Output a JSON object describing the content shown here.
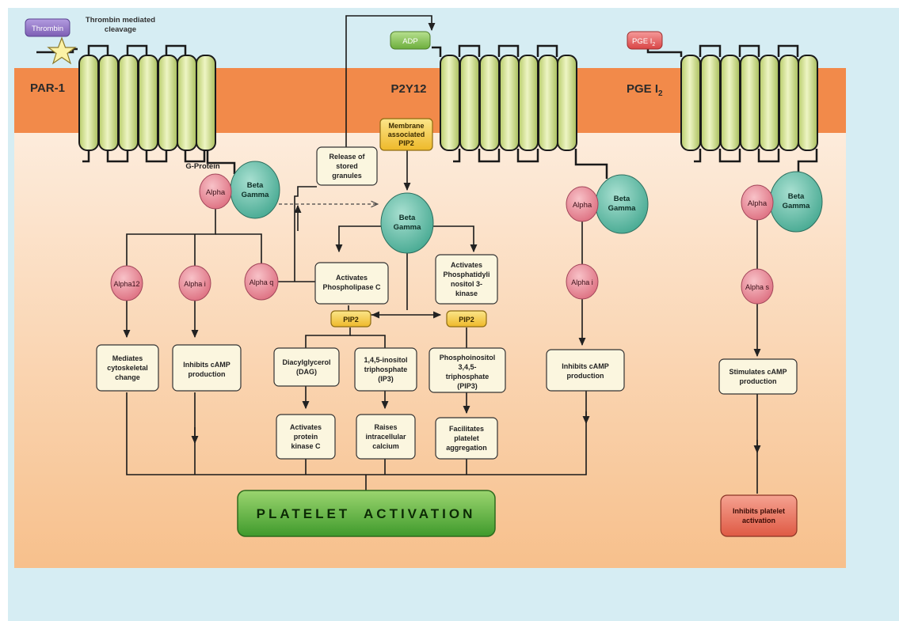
{
  "ligands": {
    "thrombin": "Thrombin",
    "cleavage": [
      "Thrombin mediated",
      "cleavage"
    ],
    "adp": "ADP",
    "pgei2_base": "PGE I",
    "pgei2_sub": "2"
  },
  "receptors": {
    "par1": "PAR-1",
    "p2y12": "P2Y12",
    "pgei2_base": "PGE I",
    "pgei2_sub": "2"
  },
  "gproteins": {
    "g_protein_label": "G-Protein",
    "alpha": "Alpha",
    "beta_gamma": [
      "Beta",
      "Gamma"
    ]
  },
  "subunits": {
    "alpha12": "Alpha12",
    "alpha_i": "Alpha i",
    "alpha_q": "Alpha q",
    "alpha_s": "Alpha s"
  },
  "boxes": {
    "membrane_pip2": [
      "Membrane",
      "associated",
      "PIP2"
    ],
    "release_granules": [
      "Release of",
      "stored",
      "granules"
    ],
    "activates_plc": [
      "Activates",
      "Phospholipase C"
    ],
    "activates_pi3k": [
      "Activates",
      "Phosphatidyli",
      "nositol 3-",
      "kinase"
    ],
    "pip2": "PIP2",
    "mediates_cytoskeletal": [
      "Mediates",
      "cytoskeletal",
      "change"
    ],
    "inhibits_camp": [
      "Inhibits cAMP",
      "production"
    ],
    "dag": [
      "Diacylglycerol",
      "(DAG)"
    ],
    "ip3": [
      "1,4,5-inositol",
      "triphosphate",
      "(IP3)"
    ],
    "pip3": [
      "Phosphoinositol",
      "3,4,5-",
      "triphosphate",
      "(PIP3)"
    ],
    "activates_pkc": [
      "Activates",
      "protein",
      "kinase C"
    ],
    "raises_calcium": [
      "Raises",
      "intracellular",
      "calcium"
    ],
    "facilitates_aggregation": [
      "Facilitates",
      "platelet",
      "aggregation"
    ],
    "stimulates_camp": [
      "Stimulates cAMP",
      "production"
    ],
    "inhibits_platelet_activation": [
      "Inhibits platelet",
      "activation"
    ]
  },
  "outcome": {
    "platelet_activation": "PLATELET  ACTIVATION"
  },
  "colors": {
    "sky": "#d6edf3",
    "membrane": "#f08a4b",
    "cytoplasm_top": "#fdebd9",
    "cytoplasm_bottom": "#f8c592",
    "helix": "#d8e79a",
    "alpha_circle": "#e98a97",
    "beta_gamma_circle": "#5bb8a3",
    "box": "#fbf6df",
    "pip2_box": "#f4cb45",
    "activation_green": "#5fae3f",
    "inhibit_red": "#e8705c",
    "thrombin": "#8f72c2",
    "adp": "#7cbd4f",
    "pge": "#e55a5a"
  }
}
